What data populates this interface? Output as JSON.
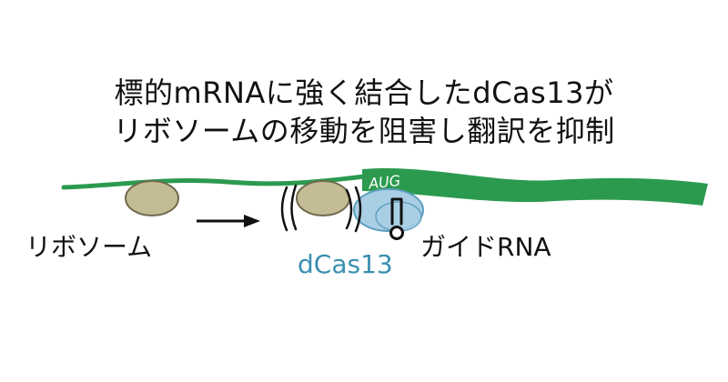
{
  "title": {
    "line1": "標的mRNAに強く結合したdCas13が",
    "line2": "リボソームの移動を阻害し翻訳を抑制"
  },
  "labels": {
    "ribosome": "リボソーム",
    "dcas13": "dCas13",
    "guide_rna": "ガイドRNA",
    "start_codon": "AUG"
  },
  "colors": {
    "mrna": "#2b9a4e",
    "ribosome_fill": "#c4bc94",
    "ribosome_stroke": "#6f6a4e",
    "dcas13_fill": "#a9cfe4",
    "dcas13_text": "#3a8fb0",
    "text": "#111111"
  }
}
